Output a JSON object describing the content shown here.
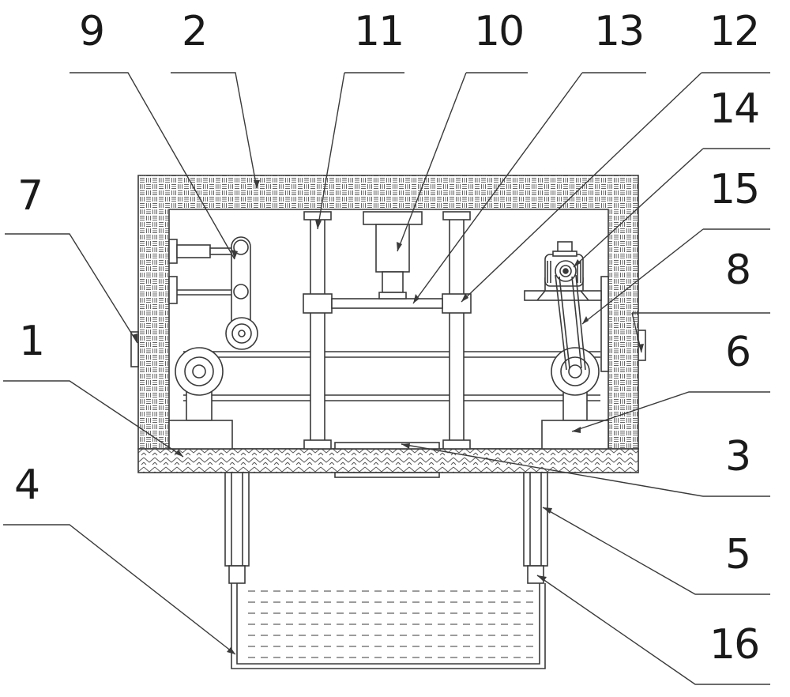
{
  "labels": {
    "n1": "1",
    "n2": "2",
    "n3": "3",
    "n4": "4",
    "n5": "5",
    "n6": "6",
    "n7": "7",
    "n8": "8",
    "n9": "9",
    "n10": "10",
    "n11": "11",
    "n12": "12",
    "n13": "13",
    "n14": "14",
    "n15": "15",
    "n16": "16"
  },
  "colors": {
    "line": "#3a3a3a",
    "hatch": "#555555",
    "background": "#ffffff"
  }
}
